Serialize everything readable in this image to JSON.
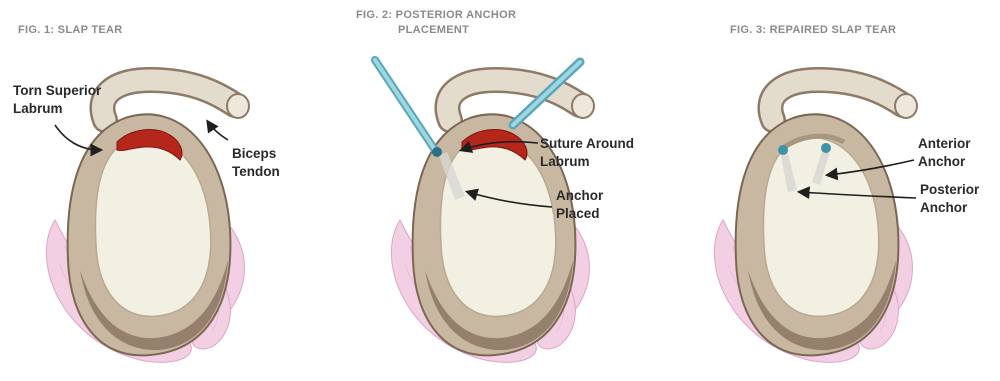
{
  "figures": [
    {
      "title": "FIG. 1: SLAP TEAR",
      "labels": {
        "torn_line1": "Torn Superior",
        "torn_line2": "Labrum",
        "biceps_line1": "Biceps",
        "biceps_line2": "Tendon"
      }
    },
    {
      "title_line1": "FIG. 2: POSTERIOR ANCHOR",
      "title_line2": "PLACEMENT",
      "labels": {
        "suture_line1": "Suture Around",
        "suture_line2": "Labrum",
        "anchor_line1": "Anchor",
        "anchor_line2": "Placed"
      }
    },
    {
      "title": "FIG. 3: REPAIRED SLAP TEAR",
      "labels": {
        "anterior_line1": "Anterior",
        "anterior_line2": "Anchor",
        "posterior_line1": "Posterior",
        "posterior_line2": "Anchor"
      }
    }
  ],
  "colors": {
    "bone": "#c9b8a1",
    "bone_shadow": "#8f7a67",
    "cartilage": "#f1f0e3",
    "tendon": "#e3dccd",
    "tear": "#b5261b",
    "muscle": "#eab9d6",
    "instrument": "#7fc4d2"
  }
}
